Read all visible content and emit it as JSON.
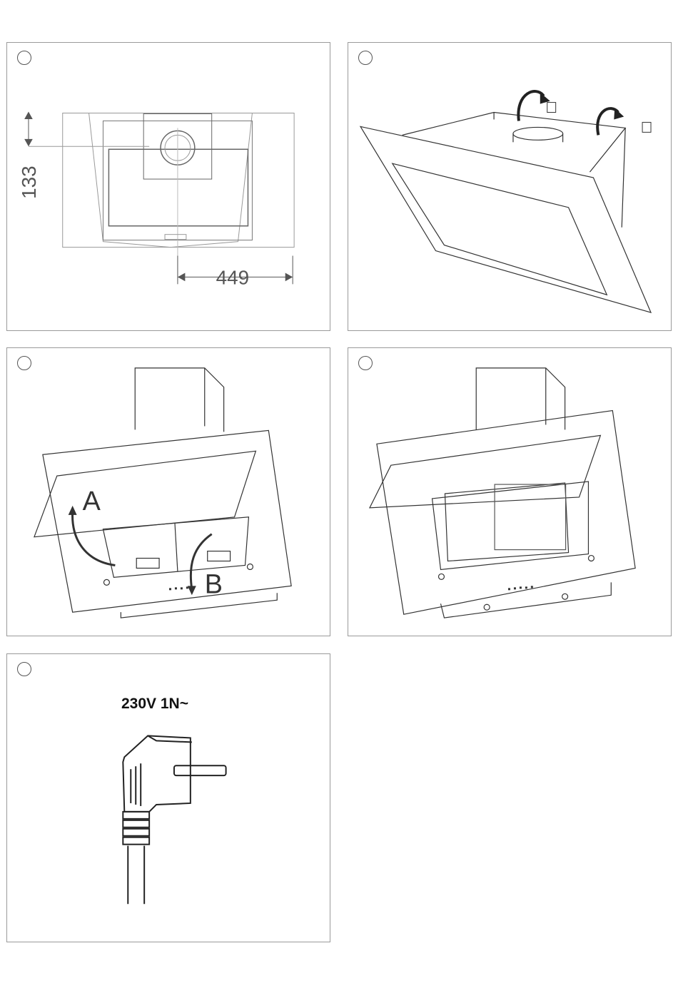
{
  "panels": [
    {
      "id": "dimensions",
      "dim_vertical": "133",
      "dim_horizontal": "449"
    },
    {
      "id": "mounting"
    },
    {
      "id": "filter-removal",
      "label_a": "A",
      "label_b": "B"
    },
    {
      "id": "filter-removed"
    },
    {
      "id": "power",
      "voltage": "230V 1N~"
    }
  ],
  "colors": {
    "line": "#333333",
    "light_line": "#888888",
    "border": "#9a9a9a"
  }
}
